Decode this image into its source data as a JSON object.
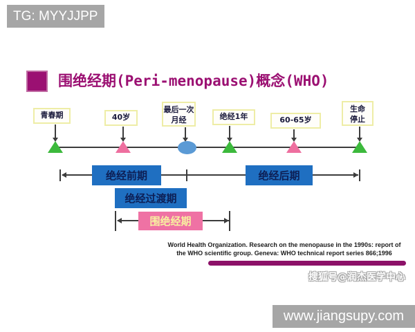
{
  "header": {
    "tg_badge": "TG: MYYJJPP"
  },
  "slide": {
    "title": "围绝经期(Peri-menopause)概念(WHO)",
    "citation": {
      "line1": "World Health Organization. Research on the menopause in the 1990s: report of",
      "line2": "the WHO scientific group. Geneva: WHO technical report series 866;1996"
    },
    "watermark": "搜狐号@润杰医学中心"
  },
  "timeline": {
    "milestones": [
      {
        "line1": "青春期",
        "marker": "green-triangle"
      },
      {
        "line1": "40岁",
        "marker": "pink-triangle"
      },
      {
        "line1": "最后一次",
        "line2": "月经",
        "marker": "blue-ellipse"
      },
      {
        "line1": "绝经1年",
        "marker": "green-triangle"
      },
      {
        "line1": "60-65岁",
        "marker": "pink-triangle"
      },
      {
        "line1": "生命",
        "line2": "停止",
        "marker": "green-triangle"
      }
    ],
    "phases": [
      {
        "label": "绝经前期",
        "style": "blue"
      },
      {
        "label": "绝经后期",
        "style": "blue"
      },
      {
        "label": "绝经过渡期",
        "style": "blue"
      },
      {
        "label": "围绝经期",
        "style": "pink"
      }
    ]
  },
  "footer": {
    "site_badge": "www.jiangsupy.com"
  },
  "colors": {
    "title_magenta": "#9b1072",
    "divider_magenta": "#8c1168",
    "phase_blue": "#1f6fc1",
    "phase_pink": "#ef72a4",
    "phase_pink_text": "#f8f1a0",
    "marker_green": "#3cb93c",
    "marker_pink": "#ee6f9f",
    "marker_blue": "#5b9ad5",
    "badge_gray": "#a6a6a6",
    "label_border_yellow": "#eeeda6"
  }
}
